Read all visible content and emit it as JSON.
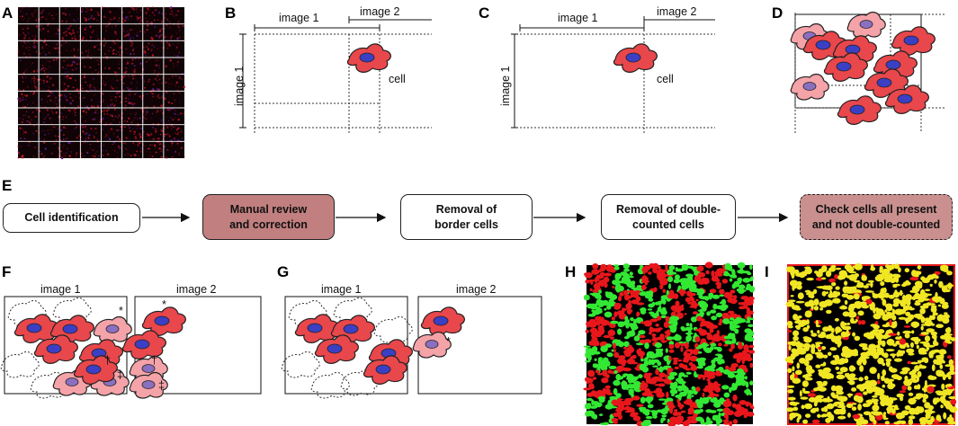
{
  "panels": {
    "A": "A",
    "B": "B",
    "C": "C",
    "D": "D",
    "E": "E",
    "F": "F",
    "G": "G",
    "H": "H",
    "I": "I"
  },
  "labels": {
    "image1": "image 1",
    "image2": "image 2",
    "cell": "cell"
  },
  "flow": {
    "steps": [
      "Cell identification",
      "Manual review\nand correction",
      "Removal of\nborder cells",
      "Removal of double-\ncounted cells",
      "Check cells all present\nand not double-counted"
    ]
  },
  "marks": {
    "asterisk": "*",
    "dagger": "†",
    "double_dagger": "‡"
  },
  "colors": {
    "cell_red": "#e8474c",
    "cell_pink": "#f4a3a8",
    "nucleus_blue": "#3b3fc4",
    "nucleus_purple": "#8b6fc0",
    "manual_box": "#c27f7f",
    "check_box": "#c9908f",
    "overlap_green": "#33e833",
    "overlap_red": "#e8171b",
    "overlap_yellow": "#f0e623"
  }
}
